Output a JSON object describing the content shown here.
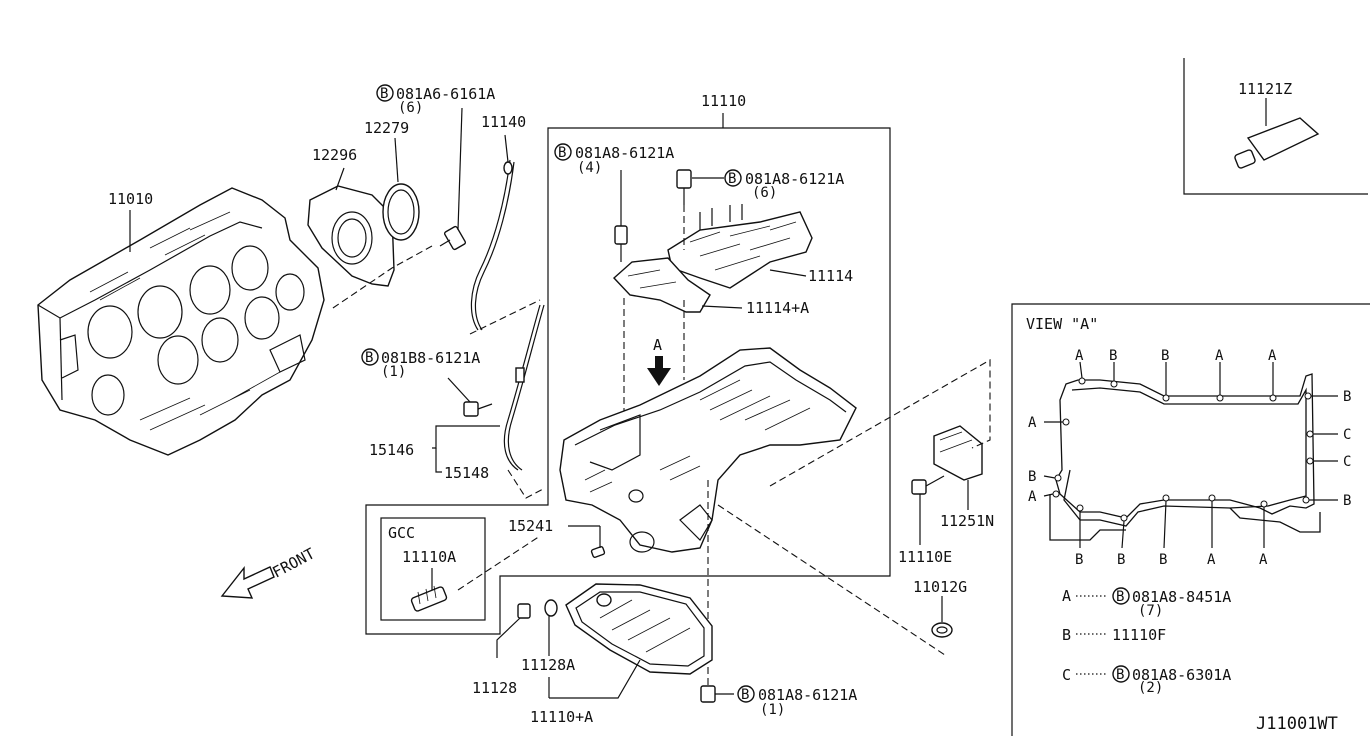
{
  "diagram": {
    "code": "J11001WT",
    "front": "FRONT",
    "gcc": "GCC",
    "view_title": "VIEW \"A\"",
    "arrow_a": "A",
    "parts": {
      "p11010": "11010",
      "p12296": "12296",
      "p12279": "12279",
      "p11140": "11140",
      "p11110": "11110",
      "p11114": "11114",
      "p11114a": "11114+A",
      "p15146": "15146",
      "p15148": "15148",
      "p15241": "15241",
      "p11110a": "11110A",
      "p11128": "11128",
      "p11128a": "11128A",
      "p11110plusa": "11110+A",
      "p11110e": "11110E",
      "p11251n": "11251N",
      "p11012g": "11012G",
      "p11121z": "11121Z"
    },
    "bolts": {
      "b1": {
        "num": "081A6-6161A",
        "qty": "(6)"
      },
      "b2": {
        "num": "081A8-6121A",
        "qty": "(4)"
      },
      "b3": {
        "num": "081A8-6121A",
        "qty": "(6)"
      },
      "b4": {
        "num": "081B8-6121A",
        "qty": "(1)"
      },
      "b5": {
        "num": "081A8-6121A",
        "qty": "(1)"
      }
    },
    "view_letters": {
      "top": [
        "A",
        "B",
        "B",
        "A",
        "A"
      ],
      "right": [
        "B",
        "C",
        "C",
        "B"
      ],
      "left": [
        "A",
        "B",
        "A"
      ],
      "bottom": [
        "B",
        "B",
        "B",
        "A",
        "A"
      ]
    },
    "legend": [
      {
        "key": "A",
        "mark": "B",
        "num": "081A8-8451A",
        "qty": "(7)"
      },
      {
        "key": "B",
        "mark": "",
        "num": "11110F",
        "qty": ""
      },
      {
        "key": "C",
        "mark": "B",
        "num": "081A8-6301A",
        "qty": "(2)"
      }
    ]
  }
}
